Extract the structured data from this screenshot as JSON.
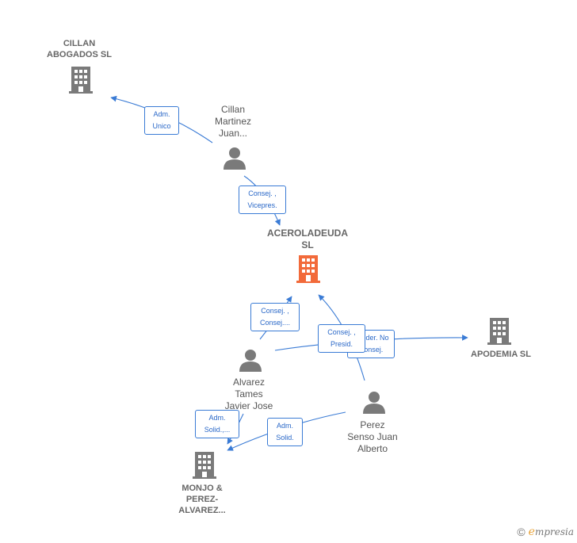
{
  "colors": {
    "edge": "#3a7bd5",
    "node_gray": "#7a7a7a",
    "focus": "#f26a3a"
  },
  "nodes": {
    "cillan_abogados": {
      "label": "CILLAN\nABOGADOS  SL",
      "icon": "building-icon"
    },
    "cillan_martinez": {
      "label": "Cillan\nMartinez\nJuan...",
      "icon": "person-icon"
    },
    "aceroladeuda": {
      "label": "ACEROLADEUDA\nSL",
      "icon": "building-icon"
    },
    "apodemia": {
      "label": "APODEMIA SL",
      "icon": "building-icon"
    },
    "alvarez_tames": {
      "label": "Alvarez\nTames\nJavier Jose",
      "icon": "person-icon"
    },
    "perez_senso": {
      "label": "Perez\nSenso Juan\nAlberto",
      "icon": "person-icon"
    },
    "monjo_perez": {
      "label": "MONJO &\nPEREZ-\nALVAREZ...",
      "icon": "building-icon"
    }
  },
  "edges": {
    "adm_unico": "Adm.\nUnico",
    "consej_vicepres": "Consej. ,\nVicepres.",
    "consej_consej": "Consej. ,\nConsej....",
    "apoder_no_consej": "Apoder.  No\nConsej.",
    "consej_presid": "Consej. ,\nPresid.",
    "adm_solid_alvarez": "Adm.\nSolid.,...",
    "adm_solid_perez": "Adm.\nSolid."
  },
  "brand": {
    "copyright": "©",
    "e": "e",
    "name": "mpresia"
  }
}
